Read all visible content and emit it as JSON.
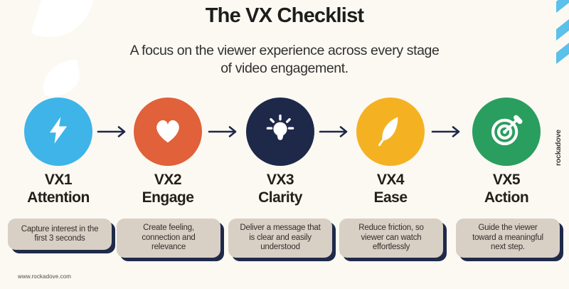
{
  "page": {
    "title": "The VX Checklist",
    "subtitle": "A focus on the viewer experience across every stage\nof video engagement.",
    "footer_url": "www.rockadove.com",
    "brand_vertical": "rockadove"
  },
  "colors": {
    "background": "#fcf9f3",
    "arrow_navy": "#1e2949",
    "box_background": "#d8cfc5",
    "box_shadow_navy": "#1f2a4a",
    "stripe_blue": "#5bc0ea",
    "title_text": "#1d1d1b"
  },
  "stages": [
    {
      "code": "VX1",
      "name": "Attention",
      "icon": "lightning-icon",
      "circle_color": "#3eb4e8",
      "description": "Capture interest in the\nfirst 3 seconds"
    },
    {
      "code": "VX2",
      "name": "Engage",
      "icon": "heart-icon",
      "circle_color": "#e0613a",
      "description": "Create feeling,\nconnection and\nrelevance"
    },
    {
      "code": "VX3",
      "name": "Clarity",
      "icon": "lightbulb-icon",
      "circle_color": "#1e2949",
      "description": "Deliver a message that\nis clear and easily\nunderstood"
    },
    {
      "code": "VX4",
      "name": "Ease",
      "icon": "feather-icon",
      "circle_color": "#f4b223",
      "description": "Reduce friction, so\nviewer can watch\neffortlessly"
    },
    {
      "code": "VX5",
      "name": "Action",
      "icon": "target-icon",
      "circle_color": "#2a9e5e",
      "description": "Guide the viewer\ntoward a meaningful\nnext step."
    }
  ]
}
